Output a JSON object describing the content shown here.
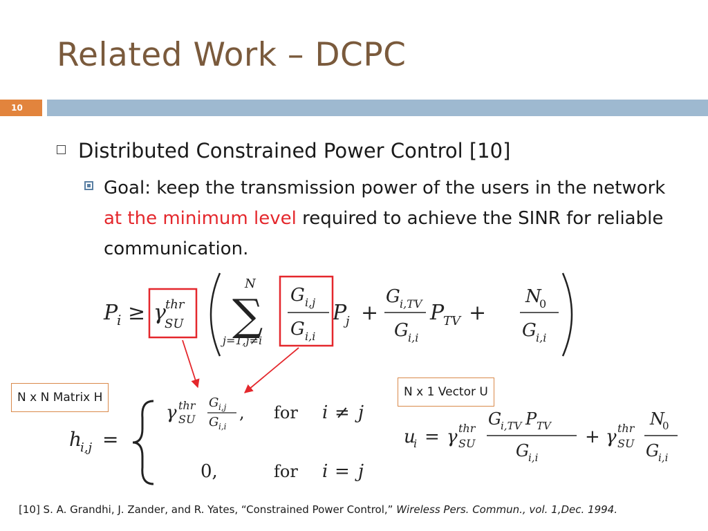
{
  "slide": {
    "title": "Related Work – DCPC",
    "number": "10"
  },
  "bullets": {
    "level1": "Distributed Constrained Power Control [10]",
    "level2_before": "Goal: keep the transmission power of the users in the network ",
    "level2_highlight": "at the minimum level",
    "level2_after": " required to achieve the SINR for reliable communication."
  },
  "labels": {
    "matrix": "N x N Matrix H",
    "vector": "N x 1 Vector U"
  },
  "reference": {
    "text": "[10] S. A. Grandhi, J. Zander, and R. Yates, “Constrained Power Control,” ",
    "source": "Wireless Pers. Commun., vol. 1,Dec. 1994."
  },
  "colors": {
    "title": "#7a5a3c",
    "accent_orange": "#e2843d",
    "band_blue": "#9eb9d0",
    "highlight_red": "#e4272c"
  }
}
